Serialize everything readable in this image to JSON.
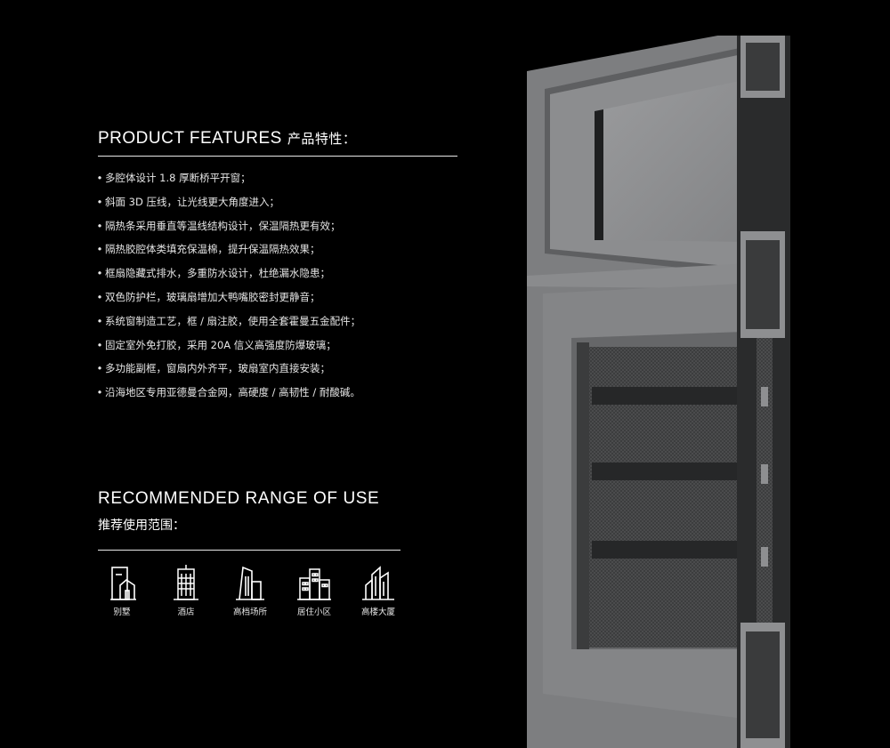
{
  "features": {
    "title_en": "PRODUCT FEATURES",
    "title_cn": "产品特性：",
    "items": [
      "多腔体设计 1.8 厚断桥平开窗；",
      "斜面 3D 压线，让光线更大角度进入；",
      "隔热条采用垂直等温线结构设计，保温隔热更有效；",
      "隔热胶腔体类填充保温棉，提升保温隔热效果；",
      "框扇隐藏式排水，多重防水设计，杜绝漏水隐患；",
      "双色防护栏，玻璃扇增加大鸭嘴胶密封更静音；",
      "系统窗制造工艺，框 / 扇注胶，使用全套霍曼五金配件；",
      "固定室外免打胶，采用 20A 信义高强度防爆玻璃；",
      "多功能副框，窗扇内外齐平，玻扇室内直接安装；",
      "沿海地区专用亚德曼合金网，高硬度 / 高韧性 / 耐酸碱。"
    ]
  },
  "range": {
    "title_en": "RECOMMENDED RANGE OF USE",
    "title_cn": "推荐使用范围：",
    "uses": [
      {
        "label": "别墅",
        "icon": "villa-icon"
      },
      {
        "label": "酒店",
        "icon": "hotel-icon"
      },
      {
        "label": "高档场所",
        "icon": "upscale-venue-icon"
      },
      {
        "label": "居住小区",
        "icon": "residential-community-icon"
      },
      {
        "label": "高楼大厦",
        "icon": "high-rise-building-icon"
      }
    ]
  },
  "colors": {
    "background": "#000000",
    "text": "#ffffff",
    "frame_gray": "#7a7b7d",
    "frame_light": "#9a9b9d",
    "glass": "#8c8d8f"
  }
}
